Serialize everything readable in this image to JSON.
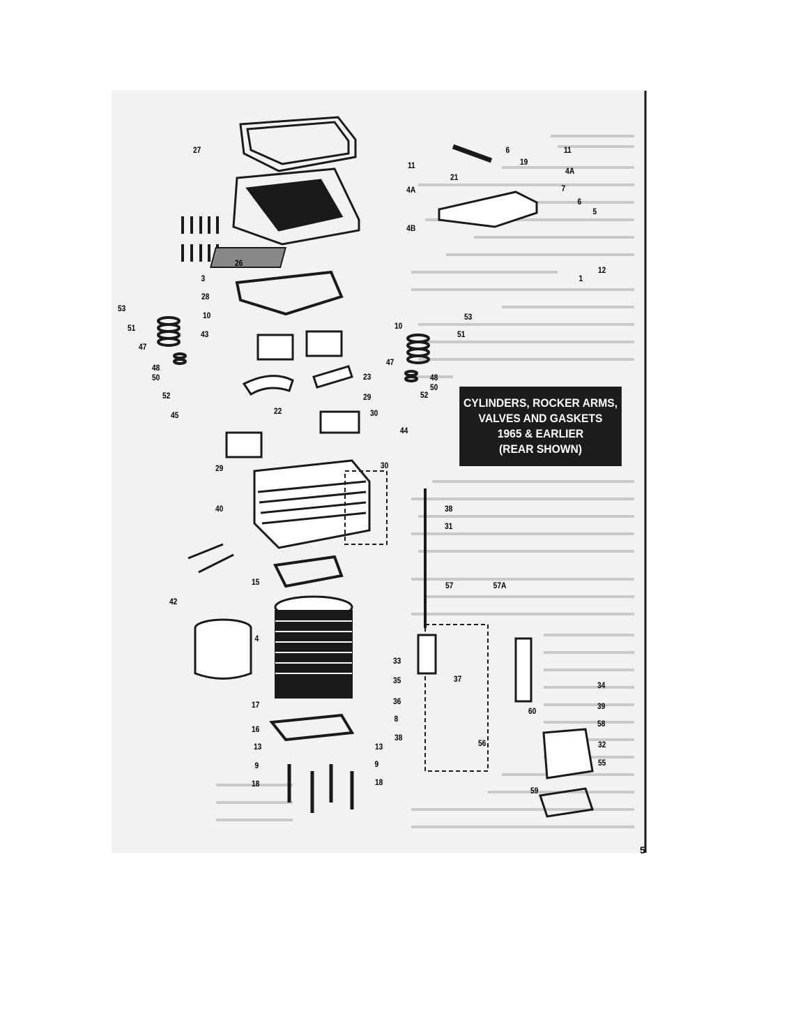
{
  "title_box": {
    "lines": [
      "CYLINDERS, ROCKER ARMS,",
      "VALVES AND GASKETS",
      "1965 & EARLIER",
      "(REAR SHOWN)"
    ],
    "background": "#1c1c1c",
    "text_color": "#ffffff"
  },
  "page_number": "5",
  "callouts": [
    "27",
    "21",
    "11",
    "6",
    "19",
    "11",
    "4A",
    "4A",
    "7",
    "6",
    "5",
    "4B",
    "12",
    "1",
    "26",
    "3",
    "28",
    "53",
    "51",
    "10",
    "10",
    "53",
    "51",
    "43",
    "47",
    "47",
    "48",
    "50",
    "48",
    "50",
    "52",
    "23",
    "52",
    "29",
    "22",
    "45",
    "30",
    "44",
    "29",
    "30",
    "40",
    "38",
    "31",
    "15",
    "42",
    "57",
    "57A",
    "4",
    "33",
    "37",
    "34",
    "17",
    "35",
    "36",
    "60",
    "39",
    "8",
    "58",
    "16",
    "38",
    "56",
    "32",
    "13",
    "13",
    "9",
    "9",
    "55",
    "18",
    "18",
    "59"
  ]
}
